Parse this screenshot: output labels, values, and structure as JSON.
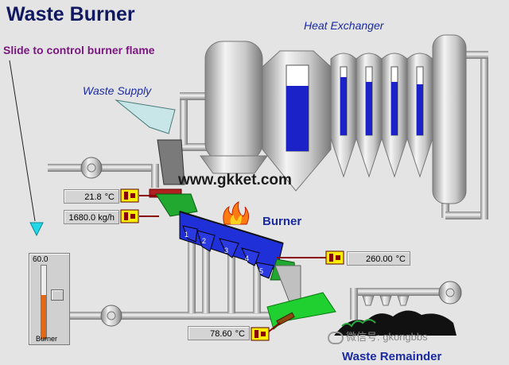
{
  "title": "Waste Burner",
  "slide_caption": "Slide to control burner flame",
  "labels": {
    "heat_exchanger": "Heat Exchanger",
    "waste_supply": "Waste Supply",
    "burner": "Burner",
    "waste_remainder": "Waste Remainder"
  },
  "watermark": "www.gkket.com",
  "wechat_mark": "微信号: gkongbbs",
  "readouts": {
    "supply_temp": {
      "value": "21.8",
      "unit": "°C"
    },
    "flow": {
      "value": "1680.0 kg/h"
    },
    "burner_temp": {
      "value": "260.00",
      "unit": "°C"
    },
    "remainder_temp": {
      "value": "78.60",
      "unit": "°C"
    }
  },
  "slider": {
    "value": "60.0",
    "label": "Burner",
    "level": 0.6
  },
  "grate_sections": [
    "1",
    "2",
    "3",
    "4",
    "5"
  ],
  "tank_levels": {
    "main": 0.7,
    "col1": 0.85,
    "col2": 0.78,
    "col3": 0.78,
    "col4": 0.75
  },
  "colors": {
    "liquid": "#1a22c8",
    "grate": "#2030d8",
    "waste": "#20a830",
    "flame": "#ff7a10",
    "slider_fill": "#e26818",
    "sensor": "#ffee00",
    "sensor_dark": "#8a0000"
  }
}
